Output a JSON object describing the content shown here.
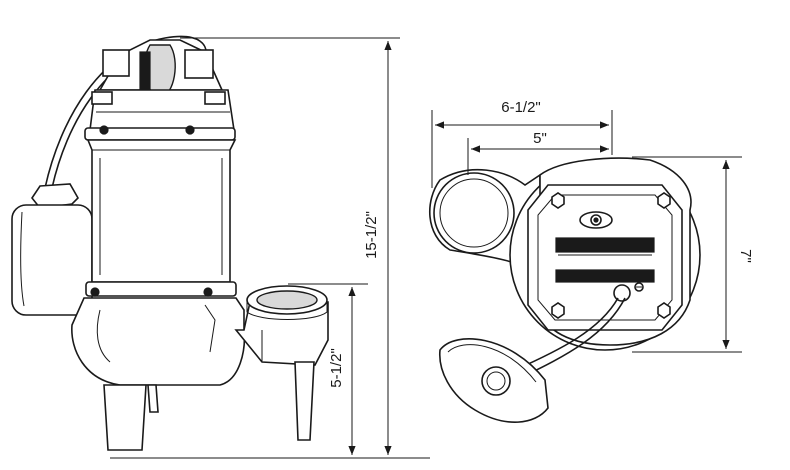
{
  "dimensions": {
    "overall_height": "15-1/2\"",
    "discharge_height": "5-1/2\"",
    "overall_width": "6-1/2\"",
    "base_width": "5\"",
    "base_depth": "7\""
  }
}
